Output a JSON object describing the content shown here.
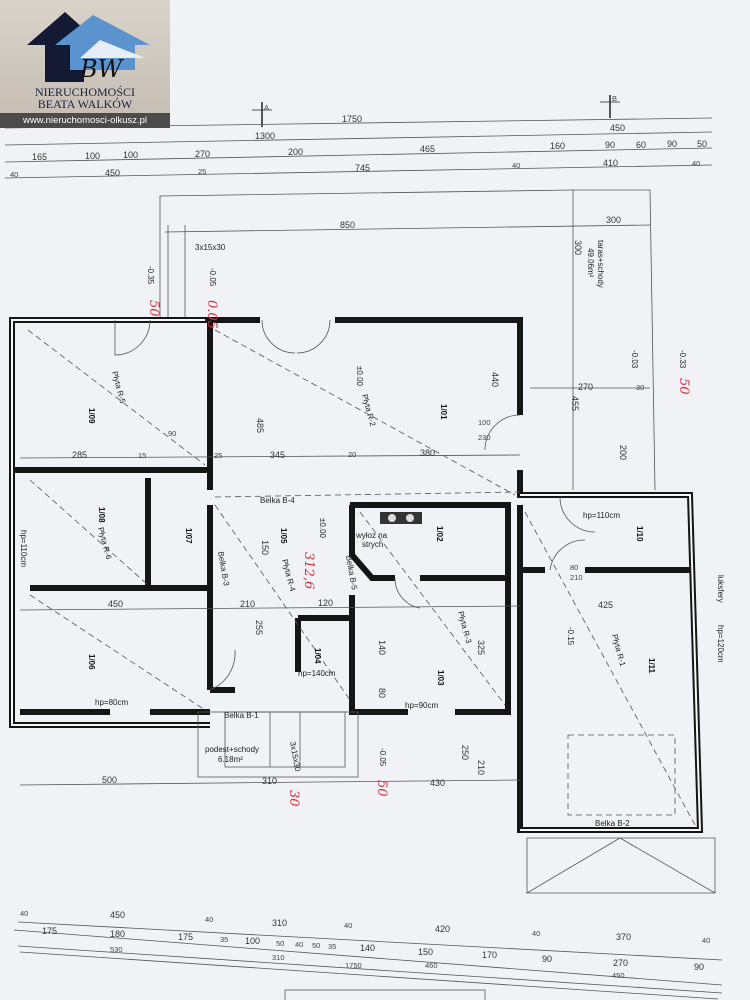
{
  "logo": {
    "initials": "BW",
    "line1": "NIERUCHOMOŚCI",
    "line2": "BEATA WALKÓW",
    "url": "www.nieruchomosci-olkusz.pl",
    "colors": {
      "dark": "#141a33",
      "blue": "#5b93cf",
      "light": "#e8eef6"
    }
  },
  "section_marks": {
    "a": "A",
    "b": "B"
  },
  "top_dims": {
    "r1": [
      "1750"
    ],
    "r2": [
      "1300",
      "450"
    ],
    "r3": [
      "165",
      "100",
      "100",
      "270",
      "200",
      "465",
      "160",
      "90",
      "60",
      "90",
      "50"
    ],
    "r4": [
      "40",
      "450",
      "25",
      "745",
      "40",
      "410",
      "40"
    ]
  },
  "bottom_dims": {
    "r1": [
      "40",
      "450",
      "40",
      "310",
      "40",
      "420",
      "40",
      "370",
      "40"
    ],
    "r2": [
      "175",
      "180",
      "175",
      "35",
      "100",
      "50",
      "40",
      "50",
      "35",
      "140",
      "150",
      "170",
      "90",
      "270",
      "90"
    ],
    "r3": [
      "530",
      "310",
      "460",
      "450"
    ],
    "r4": [
      "1750"
    ]
  },
  "inner_dims": [
    "850",
    "300",
    "300",
    "270",
    "30",
    "455",
    "200",
    "440",
    "285",
    "15",
    "25",
    "345",
    "20",
    "380",
    "485",
    "150",
    "210",
    "120",
    "255",
    "425",
    "325",
    "140",
    "80",
    "450",
    "500",
    "430",
    "310",
    "250",
    "210",
    "100",
    "230",
    "90",
    "80",
    "210"
  ],
  "rooms": [
    "1/09",
    "1/08",
    "1/07",
    "1/06",
    "1/05",
    "1/04",
    "1/03",
    "1/02",
    "1/01",
    "1/10",
    "1/11"
  ],
  "slabs": [
    "Płyta R-5",
    "Płyta R-6",
    "Płyta R-4",
    "Płyta R-2",
    "Płyta R-3",
    "Płyta R-1"
  ],
  "beams": [
    "Belka B-4",
    "Belka B-3",
    "Belka B-5",
    "Belka B-1",
    "Belka B-2"
  ],
  "levels": [
    "±0.00",
    "±0.00",
    "-0.03",
    "-0.15",
    "-0.05",
    "-0.35",
    "-0.33",
    "-0.05"
  ],
  "handwritten": [
    "50",
    "0.05",
    "312,6",
    "50",
    "50",
    "30"
  ],
  "notes": {
    "terrace": "taras+schody",
    "terrace_area": "49.06m²",
    "porch": "podest+schody",
    "porch_area": "6.18m²",
    "attic": "wyłoz na",
    "attic2": "strych",
    "stairs": "3x15x30",
    "stairs2": "3x15x30",
    "hp": [
      "hp=110cm",
      "hp=90cm",
      "hp=80cm",
      "hp=110cm",
      "hp=120cm",
      "hp=140cm"
    ],
    "luksfery": "luksfery"
  }
}
